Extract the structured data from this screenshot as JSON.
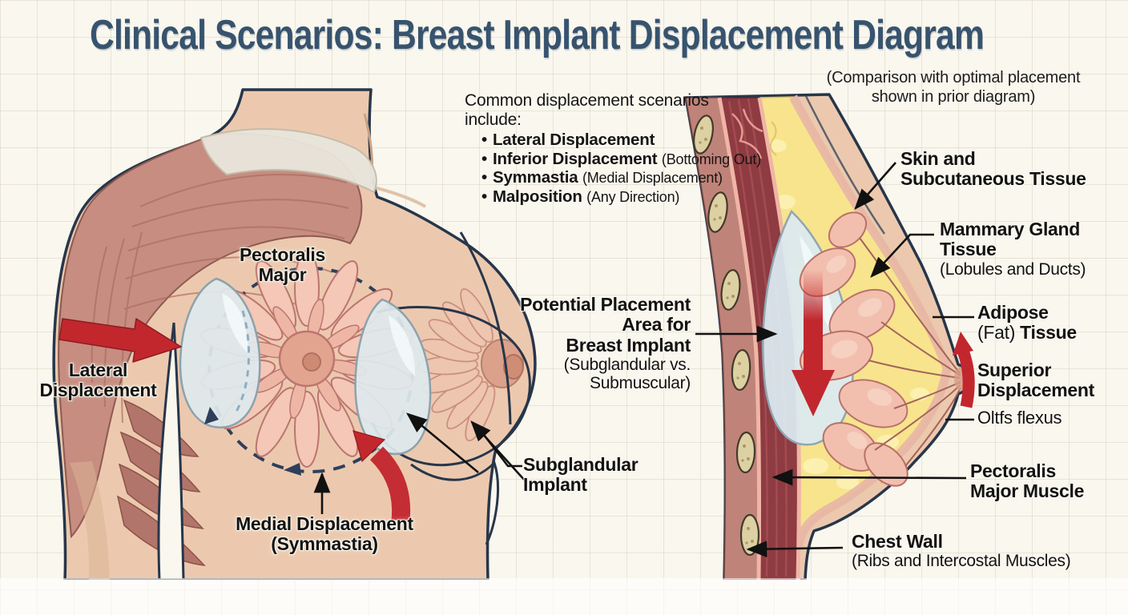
{
  "title": "Clinical Scenarios: Breast Implant Displacement Diagram",
  "subtitle_line1": "(Comparison with optimal placement",
  "subtitle_line2": "shown in prior diagram)",
  "scenarios": {
    "heading_line1": "Common displacement scenarios",
    "heading_line2": "include:",
    "bullet": "•",
    "items": [
      {
        "term": "Lateral Displacement",
        "note": ""
      },
      {
        "term": "Inferior Displacement",
        "note": "(Bottoming Out)"
      },
      {
        "term": "Symmastia",
        "note": "(Medial Displacement)"
      },
      {
        "term": "Malposition",
        "note": "(Any Direction)"
      }
    ]
  },
  "front_view": {
    "pectoralis_line1": "Pectoralis",
    "pectoralis_line2": "Major",
    "lateral_line1": "Lateral",
    "lateral_line2": "Displacement",
    "medial_line1": "Medial Displacement",
    "medial_line2": "(Symmastia)",
    "subglandular_line1": "Subglandular",
    "subglandular_line2": "Implant",
    "placement_line1": "Potential Placement",
    "placement_line2": "Area for",
    "placement_line3": "Breast Implant",
    "placement_line4": "(Subglandular vs.",
    "placement_line5": "Submuscular)"
  },
  "sagittal_view": {
    "skin_line1": "Skin and",
    "skin_line2": "Subcutaneous Tissue",
    "mammary_line1": "Mammary Gland",
    "mammary_line2": "Tissue",
    "mammary_line3": "(Lobules and Ducts)",
    "adipose_line1": "Adipose",
    "adipose_line2_regular": "(Fat)",
    "adipose_line2_bold": "Tissue",
    "superior_line1": "Superior",
    "superior_line2": "Displacement",
    "oltfs": "Oltfs flexus",
    "pectoralis_line1": "Pectoralis",
    "pectoralis_line2": "Major Muscle",
    "chest_line1": "Chest Wall",
    "chest_line2": "(Ribs and Intercostal Muscles)"
  },
  "colors": {
    "background": "#f9f7ee",
    "grid_line": "#e6e3d5",
    "title_text": "#37536e",
    "label_text": "#121212",
    "skin": "#ecc9ae",
    "muscle": "#c68d80",
    "muscle_dark": "#8e3b41",
    "fascia": "#e9e6dc",
    "adipose_yellow": "#f7e48d",
    "gland_pink": "#f4c7b6",
    "gland_outline": "#b9716a",
    "implant_blue": "#dceaf0",
    "implant_outline": "#8fa6b2",
    "outline_dark": "#27364a",
    "arrow_red": "#c2272e",
    "arrow_black": "#111111",
    "dashed_navy": "#2e3f5c",
    "rib_tan": "#ddd0a2"
  }
}
